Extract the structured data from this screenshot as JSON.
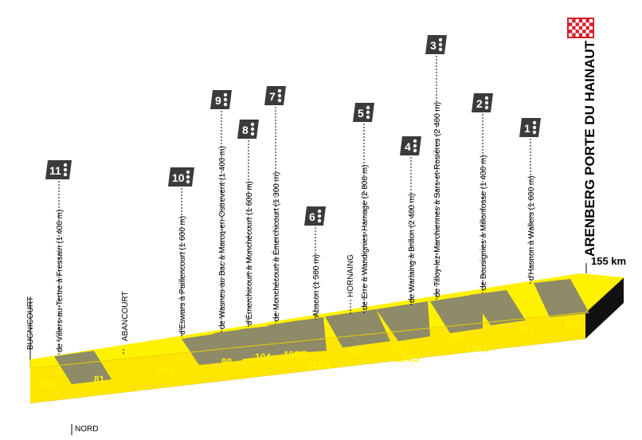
{
  "colors": {
    "yellow_top": "#fff200",
    "yellow_face": "#f6dc00",
    "yellow_front": "#ffe600",
    "cobble": "#8f8a67",
    "base": "#111111",
    "badge": "#3b3b3b",
    "label_yellow": "#fff200",
    "finish_red": "#d61f2b"
  },
  "start": {
    "town": "BUGNICOURT",
    "region": "NORD"
  },
  "finish": {
    "name": "ARENBERG PORTE DU HAINAUT",
    "distance": "155 km"
  },
  "waypoints": [
    {
      "label": "ABANCOURT"
    },
    {
      "label": "HORNAING"
    }
  ],
  "sectors": [
    {
      "number": "11",
      "stars": 3,
      "name": "de Villers-au-Tertre à Fressain (1 400 m)",
      "km_start": "76,5",
      "km_end": "81"
    },
    {
      "number": "10",
      "stars": 3,
      "name": "d'Eswars à Paillencourt (1 600 m)",
      "km_start": "90,5",
      "km_end": ""
    },
    {
      "number": "9",
      "stars": 3,
      "name": "de Wasnes-au Bac à Marcq-en-Ostrevent (1 400 m)",
      "km_start": "98",
      "km_end": ""
    },
    {
      "number": "8",
      "stars": 3,
      "name": "d'Émerchicourt à Monchécourt (1 600 m)",
      "km_start": "104",
      "km_end": ""
    },
    {
      "number": "7",
      "stars": 3,
      "name": "de Monchécourt à Émerchicourt (1 300 m)",
      "km_start": "108,5",
      "km_end": ""
    },
    {
      "number": "6",
      "stars": 3,
      "name": "Abscon (1 500 m)",
      "km_start": "111,5",
      "km_end": ""
    },
    {
      "number": "5",
      "stars": 3,
      "name": "de Erre à Wandignies-Hamage (2 800 m)",
      "km_start": "117",
      "km_end": ""
    },
    {
      "number": "4",
      "stars": 3,
      "name": "de Warlaing à Brillon (2 400 m)",
      "km_start": "123",
      "km_end": "124,5"
    },
    {
      "number": "3",
      "stars": 3,
      "name": "de Tilloy-lez-Marchiennes à Sars-et-Rosières (2 400 m)",
      "km_start": "",
      "km_end": ""
    },
    {
      "number": "2",
      "stars": 3,
      "name": "de Bousignies à Millonfosse (1 400 m)",
      "km_start": "131",
      "km_end": "134,5"
    },
    {
      "number": "1",
      "stars": 3,
      "name": "d'Hasnon à Wallers (1 600 m)",
      "km_start": "141",
      "km_end": "148"
    }
  ]
}
